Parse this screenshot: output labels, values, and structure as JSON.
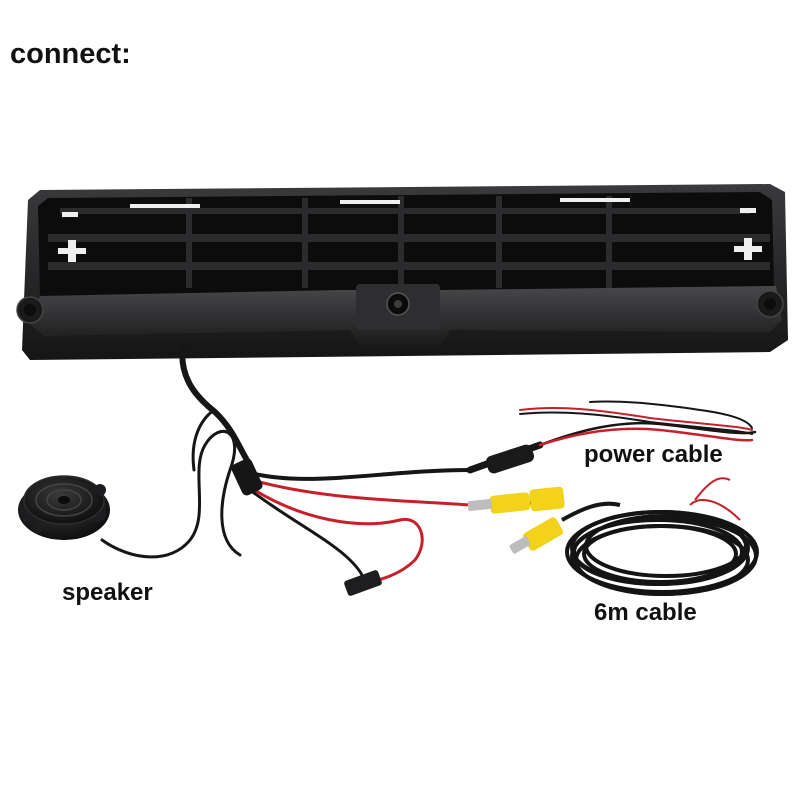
{
  "labels": {
    "title": "connect:",
    "power_cable": "power cable",
    "speaker": "speaker",
    "six_m_cable": "6m cable"
  },
  "colors": {
    "background": "#ffffff",
    "frame": "#1c1c1e",
    "cable_black": "#161616",
    "cable_red": "#c8202a",
    "rca_yellow": "#f2d21a"
  }
}
